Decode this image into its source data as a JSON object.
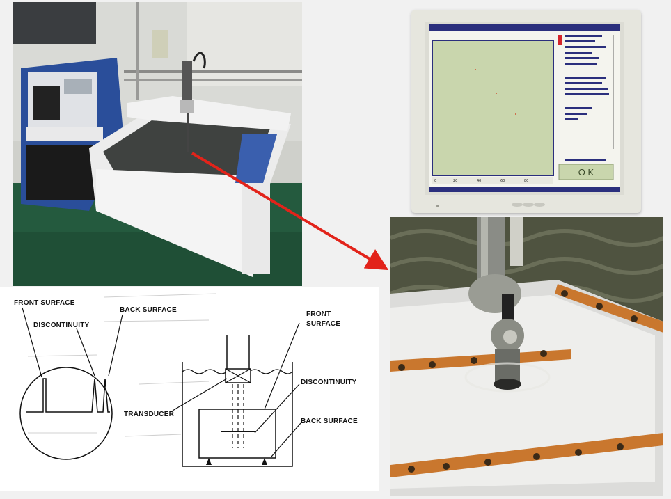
{
  "diagram": {
    "left": {
      "front_surface": "FRONT SURFACE",
      "discontinuity": "DISCONTINUITY",
      "back_surface": "BACK SURFACE"
    },
    "right": {
      "front_surface_line1": "FRONT",
      "front_surface_line2": "SURFACE",
      "discontinuity": "DISCONTINUITY",
      "transducer": "TRANSDUCER",
      "back_surface": "BACK SURFACE"
    }
  },
  "monitor": {
    "ok_button": "O K"
  },
  "colors": {
    "arrow": "#e2231a",
    "monitor_plot": "#c9d6ad",
    "monitor_frame": "#2b2f7d",
    "cable_tray": "#c9772e"
  }
}
